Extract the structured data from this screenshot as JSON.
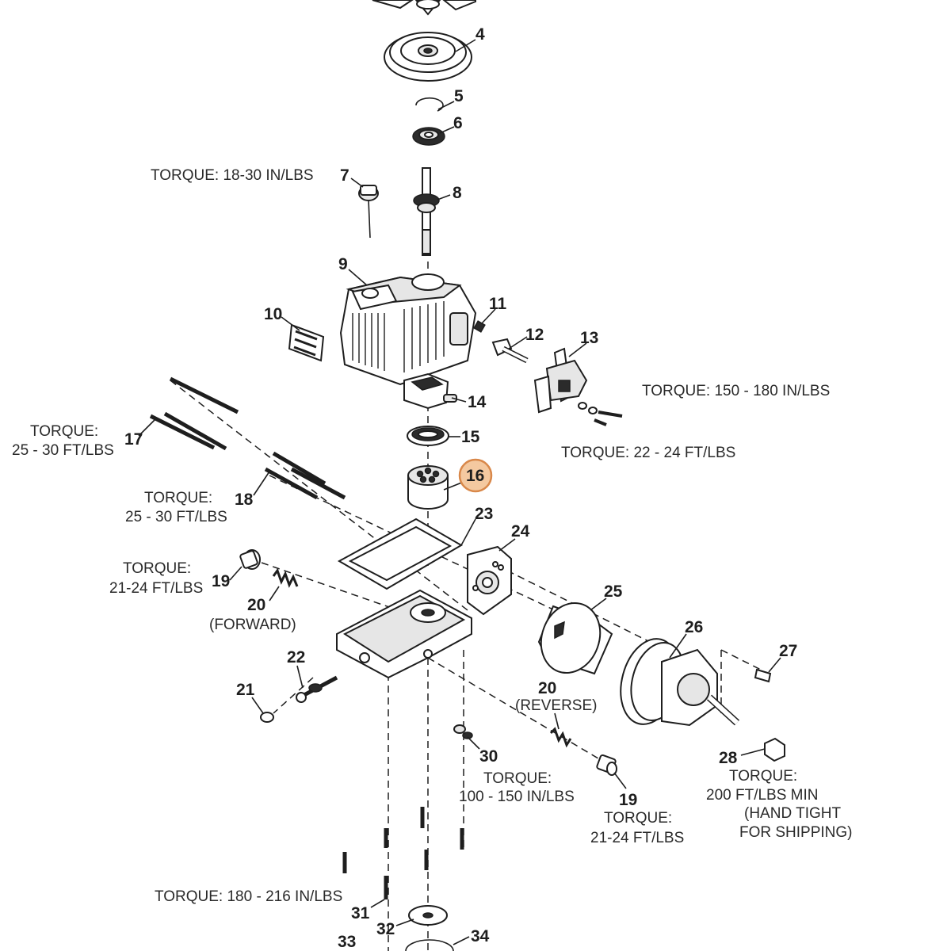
{
  "callouts": [
    {
      "id": "c4",
      "number": "4"
    },
    {
      "id": "c5",
      "number": "5"
    },
    {
      "id": "c6",
      "number": "6"
    },
    {
      "id": "c7",
      "number": "7"
    },
    {
      "id": "c8",
      "number": "8"
    },
    {
      "id": "c9",
      "number": "9"
    },
    {
      "id": "c10",
      "number": "10"
    },
    {
      "id": "c11",
      "number": "11"
    },
    {
      "id": "c12",
      "number": "12"
    },
    {
      "id": "c13",
      "number": "13"
    },
    {
      "id": "c14",
      "number": "14"
    },
    {
      "id": "c15",
      "number": "15"
    },
    {
      "id": "c16",
      "number": "16",
      "highlighted": true
    },
    {
      "id": "c17",
      "number": "17"
    },
    {
      "id": "c18",
      "number": "18"
    },
    {
      "id": "c19a",
      "number": "19"
    },
    {
      "id": "c19b",
      "number": "19"
    },
    {
      "id": "c20a",
      "number": "20"
    },
    {
      "id": "c20b",
      "number": "20"
    },
    {
      "id": "c21",
      "number": "21"
    },
    {
      "id": "c22",
      "number": "22"
    },
    {
      "id": "c23",
      "number": "23"
    },
    {
      "id": "c24",
      "number": "24"
    },
    {
      "id": "c25",
      "number": "25"
    },
    {
      "id": "c26",
      "number": "26"
    },
    {
      "id": "c27",
      "number": "27"
    },
    {
      "id": "c28",
      "number": "28"
    },
    {
      "id": "c30",
      "number": "30"
    },
    {
      "id": "c31",
      "number": "31"
    },
    {
      "id": "c32",
      "number": "32"
    },
    {
      "id": "c33",
      "number": "33"
    },
    {
      "id": "c34",
      "number": "34"
    }
  ],
  "labels": {
    "t7": "TORQUE: 18-30 IN/LBS",
    "t13a": "TORQUE: 150 - 180 IN/LBS",
    "t13b": "TORQUE: 22 - 24 FT/LBS",
    "t17a": "TORQUE:",
    "t17b": "25 - 30 FT/LBS",
    "t18a": "TORQUE:",
    "t18b": "25 - 30 FT/LBS",
    "t19a": "TORQUE:",
    "t19b": "21-24 FT/LBS",
    "t20a": "(FORWARD)",
    "t20b": "(REVERSE)",
    "t30a": "TORQUE:",
    "t30b": "100 - 150 IN/LBS",
    "t19c": "TORQUE:",
    "t19d": "21-24 FT/LBS",
    "t28a": "TORQUE:",
    "t28b": "200 FT/LBS MIN",
    "t28c": "(HAND TIGHT",
    "t28d": "FOR SHIPPING)",
    "t31": "TORQUE: 180 - 216 IN/LBS"
  },
  "colors": {
    "highlight_fill": "#f4c9a0",
    "highlight_stroke": "#d9884a",
    "line": "#1e1e1e"
  }
}
